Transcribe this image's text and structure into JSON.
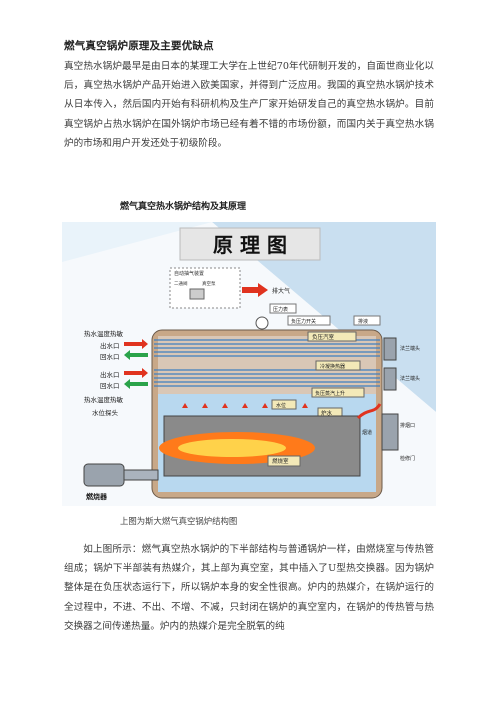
{
  "doc": {
    "title": "燃气真空锅炉原理及主要优缺点",
    "para1": "真空热水锅炉最早是由日本的某理工大学在上世纪70年代研制开发的，自面世商业化以后，真空热水锅炉产品开始进入欧美国家，并得到广泛应用。我国的真空热水锅炉技术从日本传入，然后国内开始有科研机构及生产厂家开始研发自己的真空热水锅炉。目前真空锅炉占热水锅炉在国外锅炉市场已经有着不错的市场份额，而国内关于真空热水锅炉的市场和用户开发还处于初级阶段。",
    "figure_title": "燃气真空热水锅炉结构及其原理",
    "caption": "上图为斯大燃气真空锅炉结构图",
    "para2": "如上图所示：燃气真空热水锅炉的下半部结构与普通锅炉一样，由燃烧室与传热管组成；锅炉下半部装有热媒介，其上部为真空室，其中插入了U型热交换器。因为锅炉整体是在负压状态运行下，所以锅炉本身的安全性很高。炉内的热媒介，在锅炉运行的全过程中，不进、不出、不增、不减，只封闭在锅炉的真空室内，在锅炉的传热管与热交换器之间传递热量。炉内的热媒介是完全脱氧的纯"
  },
  "diagram": {
    "banner": "原 理 图",
    "labels": {
      "auto_pump": "自动抽气装置",
      "valve": "二通阀",
      "air_pump": "真空泵",
      "exhaust": "排大气",
      "pressure_gauge": "压力表",
      "pressure_switch": "负压力开关",
      "drain": "排液",
      "hot_exchanger_top": "热水温度热敏",
      "outlet_1": "出水口",
      "return_1": "回水口",
      "outlet_2": "出水口",
      "return_2": "回水口",
      "hot_exchanger_bottom": "热水温度热敏",
      "negative_chamber": "负压汽室",
      "cold_exchanger": "冷凝换热器",
      "steam_rise": "负压蒸汽上升",
      "water_level": "水位",
      "furnace_water": "炉水",
      "level_probe": "水位探头",
      "combustion": "燃烧室",
      "burner": "燃烧器",
      "flue": "烟道",
      "right_1": "法兰端头",
      "right_2": "法兰端头",
      "right_3": "排烟口",
      "right_4": "检修门"
    },
    "colors": {
      "sky": "#d8e9f5",
      "banner_bg": "#e6e6e6",
      "outlet_arrow": "#e0331f",
      "return_arrow": "#2aa34a",
      "pipe_blue": "#3f7fc0",
      "flame": "#ff7a1a",
      "boiler_body": "#c8a888",
      "box_fill": "#f3e9b8"
    }
  }
}
